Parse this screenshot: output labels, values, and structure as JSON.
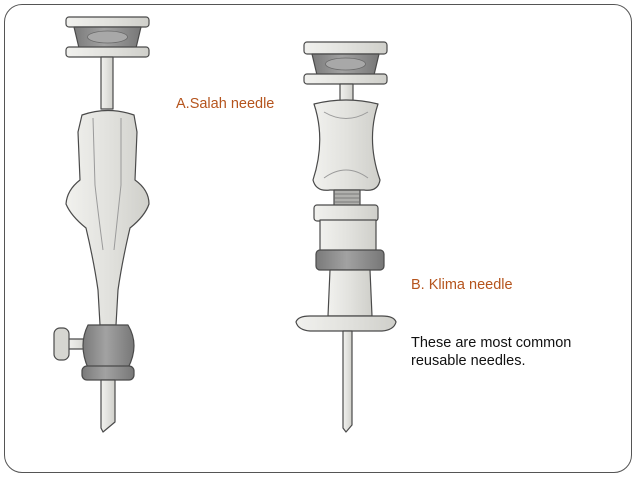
{
  "colors": {
    "label_accent": "#b5541d",
    "text": "#111111",
    "frame": "#555555",
    "metal_dark": "#8c8c8c",
    "metal_light": "#e0e0dc",
    "outline": "#4a4a4a"
  },
  "labels": {
    "salah": "A.Salah needle",
    "klima": "B. Klima needle"
  },
  "note": {
    "line1": "These are most common",
    "line2": "reusable needles."
  }
}
